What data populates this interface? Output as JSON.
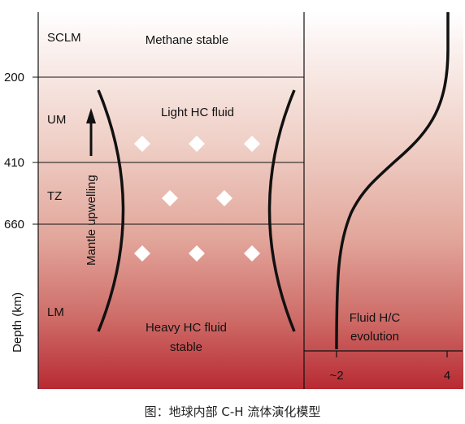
{
  "figure": {
    "zones": {
      "sclm": "SCLM",
      "um": "UM",
      "tz": "TZ",
      "lm": "LM"
    },
    "depth_ticks": [
      "200",
      "410",
      "660"
    ],
    "depth_axis_label": "Depth (km)",
    "annotations": {
      "methane_stable": "Methane stable",
      "light_hc_fluid": "Light HC fluid",
      "heavy_hc_fluid_line1": "Heavy HC fluid",
      "heavy_hc_fluid_line2": "stable",
      "mantle_upwelling": "Mantle upwelling",
      "fluid_hc_line1": "Fluid H/C",
      "fluid_hc_line2": "evolution"
    },
    "hc_axis_ticks": [
      "~2",
      "4"
    ],
    "colors": {
      "gradient_top": "#ffffff",
      "gradient_mid": "#e6aaa0",
      "gradient_bottom": "#b82a33",
      "diamond": "#ffffff",
      "line": "#111111"
    }
  },
  "caption": "图：地球内部 C-H 流体演化模型"
}
